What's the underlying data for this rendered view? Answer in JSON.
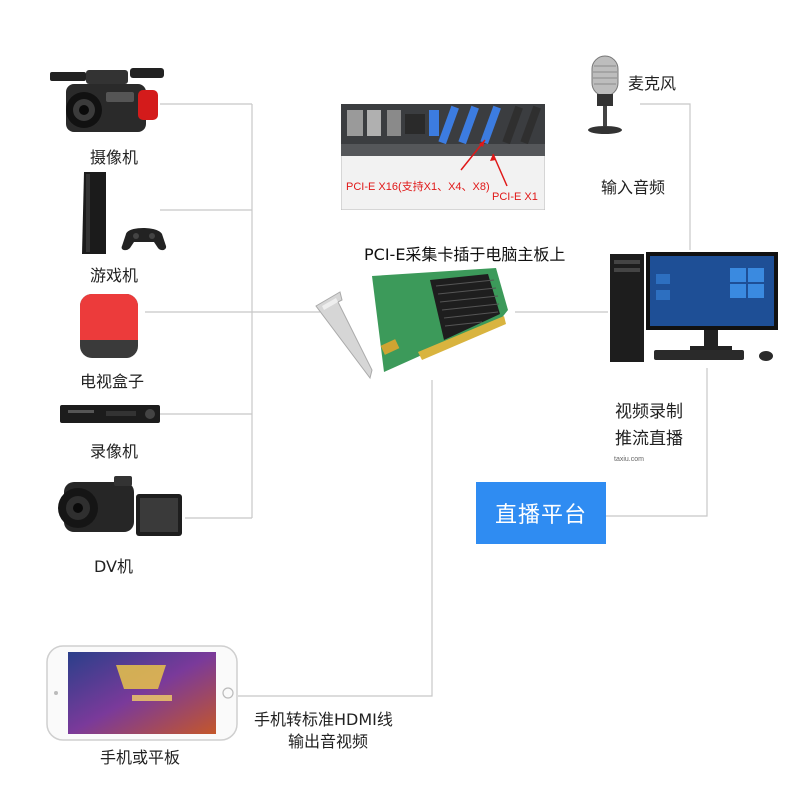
{
  "sources": [
    {
      "name": "camcorder",
      "label": "摄像机"
    },
    {
      "name": "game-console",
      "label": "游戏机"
    },
    {
      "name": "tv-box",
      "label": "电视盒子"
    },
    {
      "name": "video-recorder",
      "label": "录像机"
    },
    {
      "name": "dv-camera",
      "label": "DV机"
    }
  ],
  "mobile": {
    "label": "手机或平板",
    "caption_line1": "手机转标准HDMI线",
    "caption_line2": "输出音视频"
  },
  "motherboard": {
    "slot_x16": "PCI-E X16(支持X1、X4、X8)",
    "slot_x1": "PCI-E X1"
  },
  "capture_card": {
    "title": "PCI-E采集卡插于电脑主板上"
  },
  "microphone": {
    "label": "麦克风",
    "caption": "输入音频"
  },
  "computer": {
    "caption_line1": "视频录制",
    "caption_line2": "推流直播",
    "small_text": "taxiu.com"
  },
  "platform": {
    "label": "直播平台"
  },
  "colors": {
    "platform": "#2f8cf2",
    "wire": "#c8c8c8",
    "slot_label": "#e01818"
  }
}
